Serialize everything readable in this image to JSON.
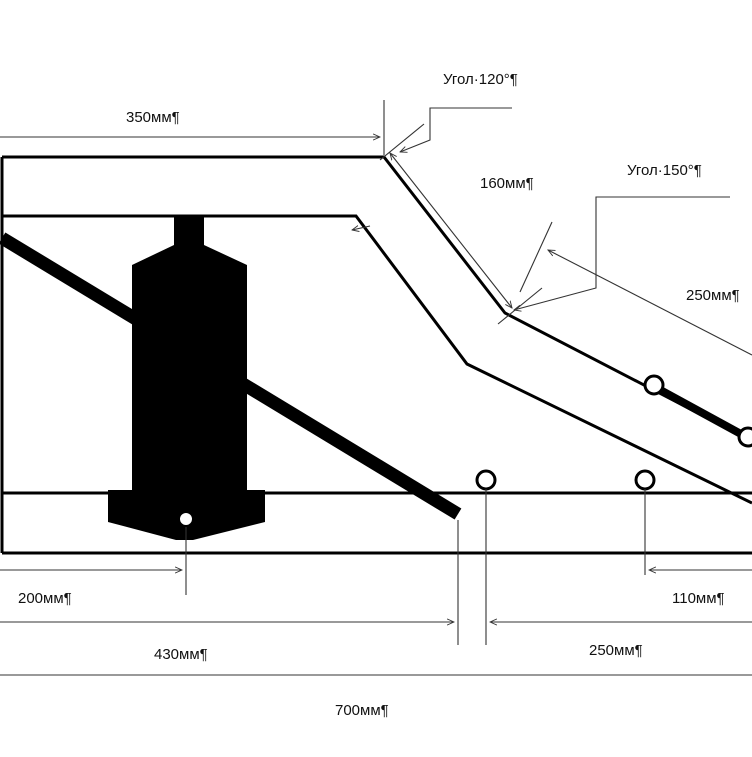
{
  "labels": {
    "angle_120": "Угол·120°¶",
    "angle_150": "Угол·150°¶",
    "dim_350": "350мм¶",
    "dim_160": "160мм¶",
    "dim_250_upper": "250мм¶",
    "dim_200": "200мм¶",
    "dim_110": "110мм¶",
    "dim_430": "430мм¶",
    "dim_250_lower": "250мм¶",
    "dim_700": "700мм¶"
  },
  "colors": {
    "ink": "#000000",
    "thin_line": "#333333",
    "background": "#ffffff"
  }
}
